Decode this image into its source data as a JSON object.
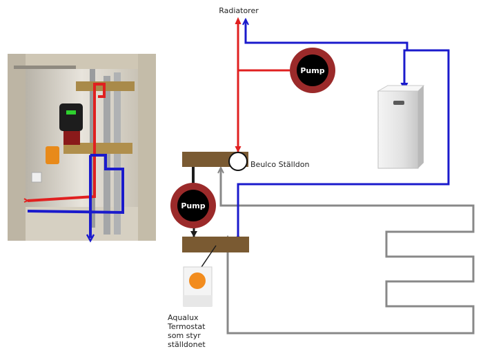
{
  "labels": {
    "radiators": "Radiatorer",
    "valve": "Beulco Ställdon",
    "thermostat_lines": [
      "Aqualux",
      "Termostat",
      "som styr",
      "ställdonet"
    ]
  },
  "pumps": {
    "upper": "Pump",
    "lower": "Pump"
  },
  "colors": {
    "supply": "#e02020",
    "return": "#1a1acc",
    "floor_loop": "#888888",
    "manifold": "#7a5a32",
    "pump_ring": "#9b2a2a",
    "thermostat_dot": "#f28c1e"
  }
}
